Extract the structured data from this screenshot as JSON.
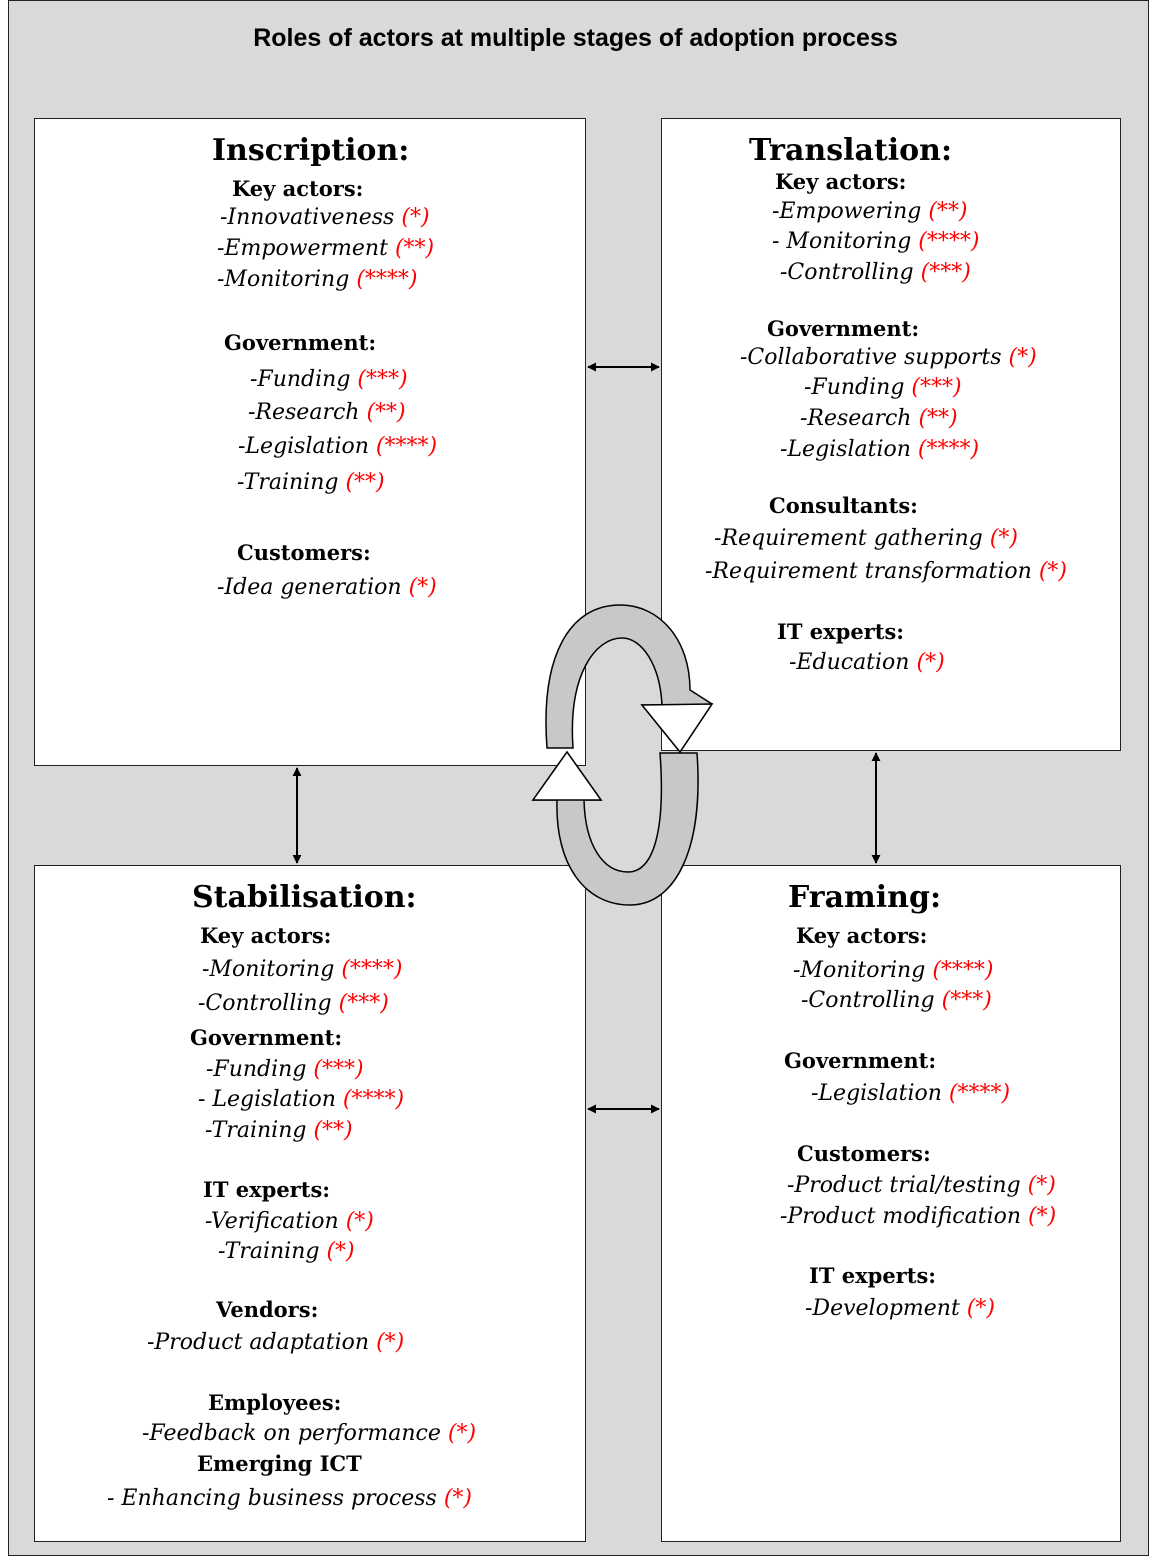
{
  "title": "Roles of actors at multiple stages of adoption process",
  "colors": {
    "background": "#d9d9d9",
    "box": "#ffffff",
    "stars": "#ff0000",
    "arrow_fill": "#c8c8c8"
  },
  "stages": {
    "inscription": {
      "title": "Inscription:",
      "groups": [
        {
          "heading": "Key actors:",
          "items": [
            {
              "text": "-Innovativeness",
              "stars": "(*)"
            },
            {
              "text": "-Empowerment",
              "stars": "(**)"
            },
            {
              "text": "-Monitoring",
              "stars": "(****)"
            }
          ]
        },
        {
          "heading": "Government:",
          "items": [
            {
              "text": "-Funding",
              "stars": "(***)"
            },
            {
              "text": "-Research",
              "stars": "(**)"
            },
            {
              "text": "-Legislation",
              "stars": "(****)"
            },
            {
              "text": "-Training",
              "stars": "(**)"
            }
          ]
        },
        {
          "heading": "Customers:",
          "items": [
            {
              "text": "-Idea generation",
              "stars": "(*)"
            }
          ]
        }
      ]
    },
    "translation": {
      "title": "Translation:",
      "groups": [
        {
          "heading": "Key actors:",
          "items": [
            {
              "text": "-Empowering",
              "stars": "(**)"
            },
            {
              "text": "- Monitoring",
              "stars": "(****)"
            },
            {
              "text": "-Controlling",
              "stars": "(***)"
            }
          ]
        },
        {
          "heading": "Government:",
          "items": [
            {
              "text": "-Collaborative supports",
              "stars": "(*)"
            },
            {
              "text": "-Funding",
              "stars": "(***)"
            },
            {
              "text": "-Research",
              "stars": "(**)"
            },
            {
              "text": "-Legislation",
              "stars": "(****)"
            }
          ]
        },
        {
          "heading": "Consultants:",
          "items": [
            {
              "text": "-Requirement gathering",
              "stars": "(*)"
            },
            {
              "text": "-Requirement transformation",
              "stars": "(*)"
            }
          ]
        },
        {
          "heading": "IT experts:",
          "items": [
            {
              "text": "-Education",
              "stars": "(*)"
            }
          ]
        }
      ]
    },
    "stabilisation": {
      "title": "Stabilisation:",
      "groups": [
        {
          "heading": "Key actors:",
          "items": [
            {
              "text": "-Monitoring",
              "stars": "(****)"
            },
            {
              "text": "-Controlling",
              "stars": "(***)"
            }
          ]
        },
        {
          "heading": "Government:",
          "items": [
            {
              "text": "-Funding",
              "stars": "(***)"
            },
            {
              "text": "- Legislation",
              "stars": "(****)"
            },
            {
              "text": "-Training",
              "stars": "(**)"
            }
          ]
        },
        {
          "heading": "IT experts:",
          "items": [
            {
              "text": "-Verification",
              "stars": "(*)"
            },
            {
              "text": "-Training",
              "stars": "(*)"
            }
          ]
        },
        {
          "heading": "Vendors:",
          "items": [
            {
              "text": "-Product adaptation",
              "stars": "(*)"
            }
          ]
        },
        {
          "heading": "Employees:",
          "items": [
            {
              "text": "-Feedback on performance",
              "stars": "(*)"
            }
          ]
        },
        {
          "heading": "Emerging ICT",
          "items": [
            {
              "text": "- Enhancing business process",
              "stars": "(*)"
            }
          ]
        }
      ]
    },
    "framing": {
      "title": "Framing:",
      "groups": [
        {
          "heading": "Key actors:",
          "items": [
            {
              "text": "-Monitoring",
              "stars": "(****)"
            },
            {
              "text": "-Controlling",
              "stars": "(***)"
            }
          ]
        },
        {
          "heading": "Government:",
          "items": [
            {
              "text": "-Legislation",
              "stars": "(****)"
            }
          ]
        },
        {
          "heading": "Customers:",
          "items": [
            {
              "text": "-Product trial/testing",
              "stars": "(*)"
            },
            {
              "text": "-Product modification",
              "stars": "(*)"
            }
          ]
        },
        {
          "heading": "IT experts:",
          "items": [
            {
              "text": "-Development",
              "stars": "(*)"
            }
          ]
        }
      ]
    }
  }
}
